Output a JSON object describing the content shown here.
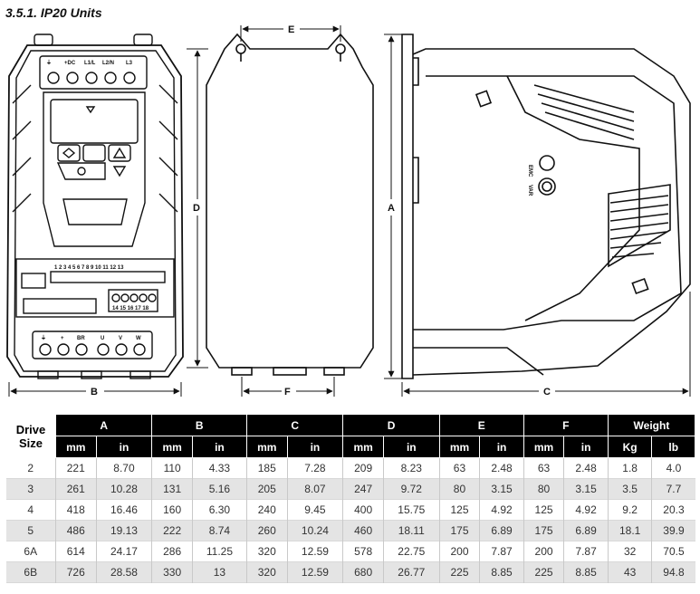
{
  "title": "3.5.1. IP20 Units",
  "drawing": {
    "dim_labels": {
      "a": "A",
      "b": "B",
      "c": "C",
      "d": "D",
      "e": "E",
      "f": "F"
    },
    "terminal_top_labels": [
      "⏚",
      "+DC",
      "L1/L",
      "L2/N",
      "L3"
    ],
    "terminal_bottom_labels": [
      "⏚",
      "+",
      "BR",
      "U",
      "V",
      "W"
    ],
    "control_terminal_numbers": "1 2 3 4 5 6 7 8 9 10 11 12 13",
    "relay_terminal_numbers": "14 15 16 17 18",
    "side_labels": {
      "emc": "EMC",
      "var": "VAR"
    }
  },
  "table": {
    "drive_size_header": "Drive Size",
    "groups": [
      "A",
      "B",
      "C",
      "D",
      "E",
      "F",
      "Weight"
    ],
    "units": [
      "mm",
      "in",
      "mm",
      "in",
      "mm",
      "in",
      "mm",
      "in",
      "mm",
      "in",
      "mm",
      "in",
      "Kg",
      "lb"
    ],
    "rows": [
      [
        "2",
        "221",
        "8.70",
        "110",
        "4.33",
        "185",
        "7.28",
        "209",
        "8.23",
        "63",
        "2.48",
        "63",
        "2.48",
        "1.8",
        "4.0"
      ],
      [
        "3",
        "261",
        "10.28",
        "131",
        "5.16",
        "205",
        "8.07",
        "247",
        "9.72",
        "80",
        "3.15",
        "80",
        "3.15",
        "3.5",
        "7.7"
      ],
      [
        "4",
        "418",
        "16.46",
        "160",
        "6.30",
        "240",
        "9.45",
        "400",
        "15.75",
        "125",
        "4.92",
        "125",
        "4.92",
        "9.2",
        "20.3"
      ],
      [
        "5",
        "486",
        "19.13",
        "222",
        "8.74",
        "260",
        "10.24",
        "460",
        "18.11",
        "175",
        "6.89",
        "175",
        "6.89",
        "18.1",
        "39.9"
      ],
      [
        "6A",
        "614",
        "24.17",
        "286",
        "11.25",
        "320",
        "12.59",
        "578",
        "22.75",
        "200",
        "7.87",
        "200",
        "7.87",
        "32",
        "70.5"
      ],
      [
        "6B",
        "726",
        "28.58",
        "330",
        "13",
        "320",
        "12.59",
        "680",
        "26.77",
        "225",
        "8.85",
        "225",
        "8.85",
        "43",
        "94.8"
      ]
    ]
  }
}
